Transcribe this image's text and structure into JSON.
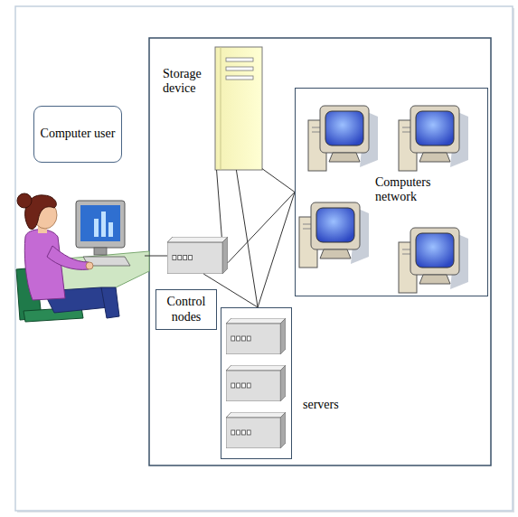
{
  "diagram": {
    "nodes": [
      {
        "text": [
          "Computer user"
        ]
      },
      {
        "text": [
          "Storage device"
        ]
      },
      {
        "text": [
          "Computers network"
        ]
      },
      {
        "text": [
          "Control nodes"
        ]
      },
      {
        "text": [
          "servers"
        ]
      }
    ],
    "edges": [
      {
        "from": 1,
        "to": 3,
        "arrow": "none"
      },
      {
        "from": 1,
        "to": 4,
        "arrow": "none"
      },
      {
        "from": 1,
        "to": 2,
        "arrow": "none"
      },
      {
        "from": 3,
        "to": 2,
        "arrow": "none"
      },
      {
        "from": 3,
        "to": 4,
        "arrow": "none"
      },
      {
        "from": 2,
        "to": 4,
        "arrow": "none"
      }
    ]
  }
}
